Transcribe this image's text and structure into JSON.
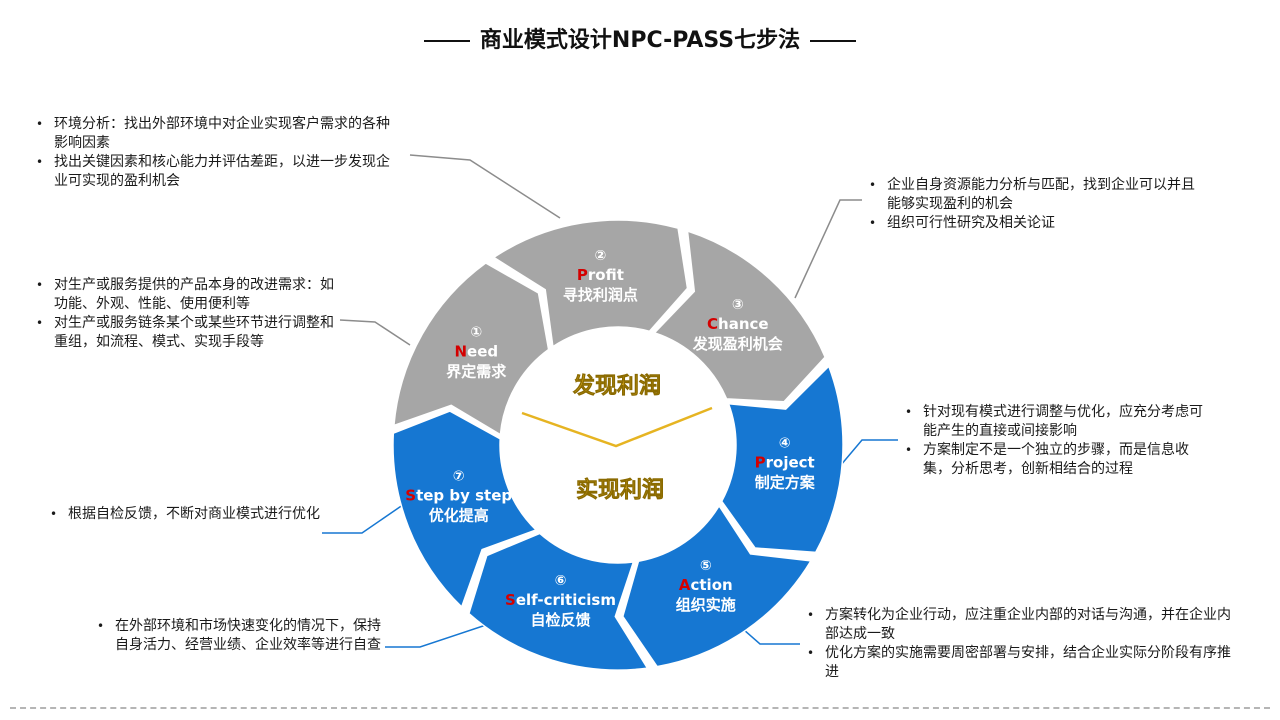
{
  "title": "商业模式设计NPC-PASS七步法",
  "center": {
    "top": "发现利润",
    "bottom": "实现利润"
  },
  "steps": [
    {
      "num": "①",
      "initial": "N",
      "rest": "eed",
      "cn": "界定需求"
    },
    {
      "num": "②",
      "initial": "P",
      "rest": "rofit",
      "cn": "寻找利润点"
    },
    {
      "num": "③",
      "initial": "C",
      "rest": "hance",
      "cn": "发现盈利机会"
    },
    {
      "num": "④",
      "initial": "P",
      "rest": "roject",
      "cn": "制定方案"
    },
    {
      "num": "⑤",
      "initial": "A",
      "rest": "ction",
      "cn": "组织实施"
    },
    {
      "num": "⑥",
      "initial": "S",
      "rest": "elf-criticism",
      "cn": "自检反馈"
    },
    {
      "num": "⑦",
      "initial": "S",
      "rest": "tep by step",
      "cn": "优化提高"
    }
  ],
  "notes": {
    "env": [
      "环境分析：找出外部环境中对企业实现客户需求的各种影响因素",
      "找出关键因素和核心能力并评估差距，以进一步发现企业可实现的盈利机会"
    ],
    "need": [
      "对生产或服务提供的产品本身的改进需求：如功能、外观、性能、使用便利等",
      "对生产或服务链条某个或某些环节进行调整和重组，如流程、模式、实现手段等"
    ],
    "chance": [
      "企业自身资源能力分析与匹配，找到企业可以并且能够实现盈利的机会",
      "组织可行性研究及相关论证"
    ],
    "project": [
      "针对现有模式进行调整与优化，应充分考虑可能产生的直接或间接影响",
      "方案制定不是一个独立的步骤，而是信息收集，分析思考，创新相结合的过程"
    ],
    "step": [
      "根据自检反馈，不断对商业模式进行优化"
    ],
    "self": [
      "在外部环境和市场快速变化的情况下，保持自身活力、经营业绩、企业效率等进行自查"
    ],
    "action": [
      "方案转化为企业行动，应注重企业内部的对话与沟通，并在企业内部达成一致",
      "优化方案的实施需要周密部署与安排，结合企业实际分阶段有序推进"
    ]
  },
  "colors": {
    "grey": "#a6a6a6",
    "blue": "#1677d2",
    "accent": "#d40000",
    "gold": "#e6b422"
  }
}
